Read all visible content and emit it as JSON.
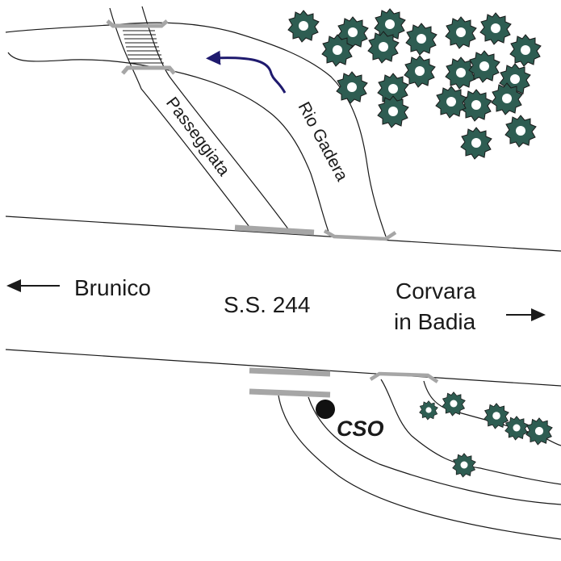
{
  "labels": {
    "road": "S.S. 244",
    "west_destination": "Brunico",
    "east_destination_line1": "Corvara",
    "east_destination_line2": "in Badia",
    "river": "Rio Gadera",
    "promenade": "Passeggiata",
    "outfall": "CSO"
  },
  "icons": {
    "west_arrow": "arrow-left-icon",
    "east_arrow": "arrow-right-icon",
    "flow_arrow": "flow-direction-arrow-icon",
    "tree": "tree-icon",
    "outfall_marker": "filled-circle-icon"
  },
  "colors": {
    "line": "#1a1a1a",
    "bridge": "#a6a6a6",
    "tree_fill": "#2e5d52",
    "tree_center": "#ffffff",
    "flow_arrow": "#1f1a6e",
    "marker": "#111111"
  }
}
